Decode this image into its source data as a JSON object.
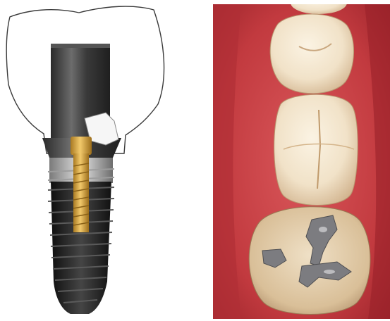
{
  "figure": {
    "left_panel": {
      "depicts": "dental-implant-crown-illustration",
      "components": [
        "crown-outline",
        "abutment",
        "screw",
        "implant-fixture"
      ],
      "colors": {
        "crown_outline": "#333333",
        "abutment_dark": "#2a2a2a",
        "abutment_light": "#8a8a8a",
        "screw_gold": "#d9a441",
        "implant_black": "#1c1c1c",
        "implant_silver": "#b9b9b9"
      }
    },
    "right_panel": {
      "depicts": "intraoral-photo-posterior-teeth",
      "components": [
        "tooth-upper-partial",
        "tooth-crown-upper",
        "tooth-crown-middle",
        "tooth-molar-amalgam"
      ],
      "colors": {
        "gum": "#c23a3f",
        "gum_dark": "#8e1d24",
        "tooth_enamel": "#f1e2c8",
        "amalgam": "#7c7c80"
      }
    }
  }
}
